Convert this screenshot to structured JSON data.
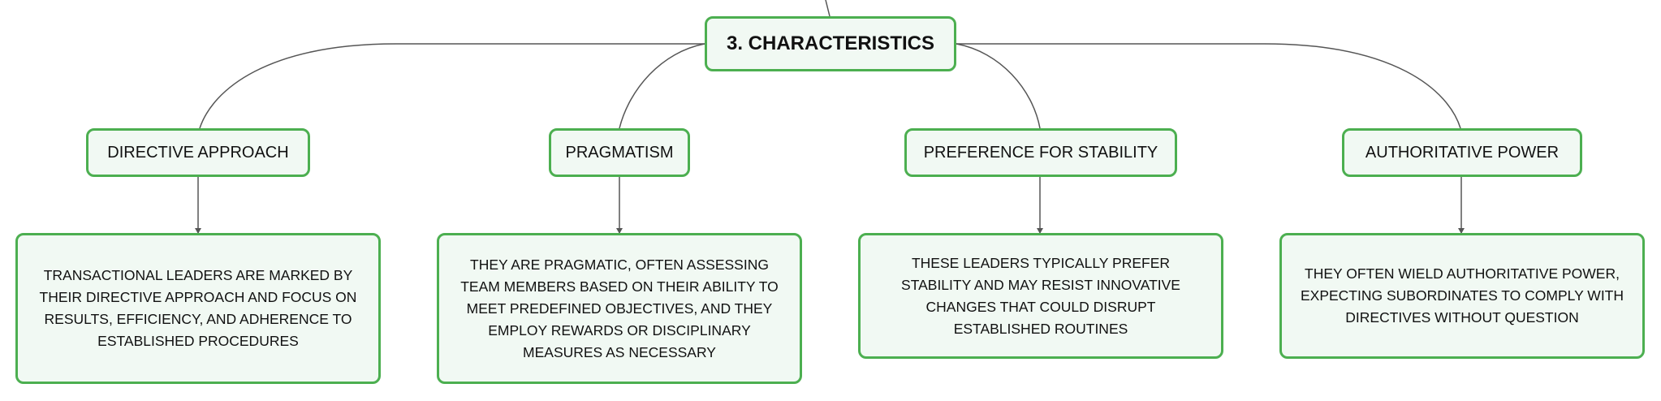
{
  "root": {
    "title": "3. CHARACTERISTICS"
  },
  "branches": [
    {
      "label": "DIRECTIVE APPROACH",
      "detail": "TRANSACTIONAL LEADERS ARE MARKED BY THEIR DIRECTIVE APPROACH AND FOCUS ON RESULTS, EFFICIENCY, AND ADHERENCE TO ESTABLISHED PROCEDURES"
    },
    {
      "label": "PRAGMATISM",
      "detail": "THEY ARE PRAGMATIC, OFTEN ASSESSING TEAM MEMBERS BASED ON THEIR ABILITY TO MEET PREDEFINED OBJECTIVES, AND THEY EMPLOY REWARDS OR DISCIPLINARY MEASURES AS NECESSARY"
    },
    {
      "label": "PREFERENCE FOR STABILITY",
      "detail": "THESE LEADERS TYPICALLY PREFER STABILITY AND MAY RESIST INNOVATIVE CHANGES THAT COULD DISRUPT ESTABLISHED ROUTINES"
    },
    {
      "label": "AUTHORITATIVE POWER",
      "detail": "THEY OFTEN WIELD AUTHORITATIVE POWER, EXPECTING SUBORDINATES TO COMPLY WITH DIRECTIVES WITHOUT QUESTION"
    }
  ],
  "colors": {
    "node_border": "#4caf50",
    "node_fill": "#f1f9f3",
    "connector": "#555555",
    "text": "#111111"
  }
}
